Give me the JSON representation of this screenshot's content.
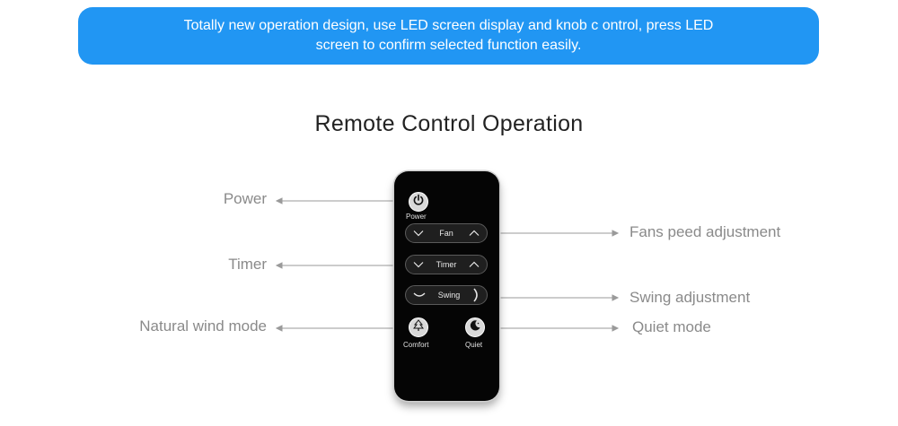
{
  "banner": {
    "line1": "Totally new operation design, use LED screen display and knob c  ontrol, press LED",
    "line2": "screen to confirm selected function easily."
  },
  "title": "Remote Control Operation",
  "callouts": {
    "power": "Power",
    "timer": "Timer",
    "natural_wind": "Natural wind mode",
    "fan_speed": "Fans peed adjustment",
    "swing": "Swing adjustment",
    "quiet": "Quiet mode"
  },
  "remote": {
    "power_label": "Power",
    "fan_label": "Fan",
    "timer_label": "Timer",
    "swing_label": "Swing",
    "comfort_label": "Comfort",
    "quiet_label": "Quiet"
  },
  "colors": {
    "banner": "#2196f3",
    "remote_body": "#050505",
    "callout_text": "#8a8a8a"
  },
  "icons": [
    "power-icon",
    "chevron-down-icon",
    "chevron-up-icon",
    "swing-icon",
    "tree-icon",
    "moon-icon"
  ]
}
